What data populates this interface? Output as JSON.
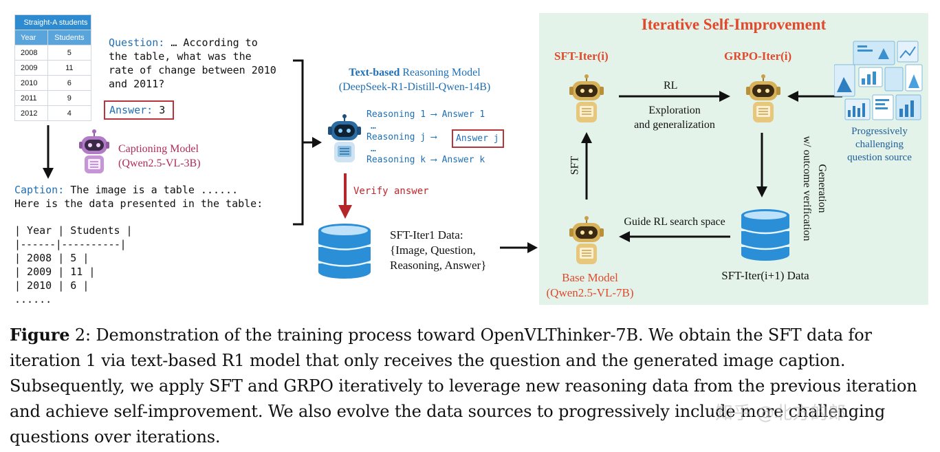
{
  "table": {
    "title": "Straight-A students",
    "headers": [
      "Year",
      "Students"
    ],
    "rows": [
      [
        "2008",
        "5"
      ],
      [
        "2009",
        "11"
      ],
      [
        "2010",
        "6"
      ],
      [
        "2011",
        "9"
      ],
      [
        "2012",
        "4"
      ]
    ]
  },
  "question": {
    "label": "Question:",
    "line1": "… According to",
    "line2": "the table, what was the",
    "line3": "rate of change between 2010",
    "line4": "and 2011?"
  },
  "answer": {
    "label": "Answer:",
    "value": "3"
  },
  "captioning_model": {
    "line1": "Captioning Model",
    "line2": "(Qwen2.5-VL-3B)"
  },
  "caption_text": {
    "label": "Caption:",
    "line1": " The image is a table ......",
    "line2": "Here is the data presented in the table:",
    "md_header": "| Year | Students |",
    "md_sep": "|------|----------|",
    "md_rows": [
      "| 2008 | 5 |",
      "| 2009 | 11 |",
      "| 2010 | 6 |"
    ],
    "ellipsis": "......"
  },
  "reasoning_model": {
    "title_bold": "Text-based",
    "title_rest": " Reasoning Model",
    "subtitle": "(DeepSeek-R1-Distill-Qwen-14B)",
    "lines": [
      "Reasoning 1 ⟶ Answer 1",
      "…",
      "Reasoning j ⟶",
      "…",
      "Reasoning k ⟶ Answer k"
    ],
    "answer_j": "Answer j",
    "verify": "Verify answer"
  },
  "sft_data": {
    "line1": "SFT-Iter1 Data:",
    "line2": "{Image, Question,",
    "line3": "Reasoning, Answer}"
  },
  "loop": {
    "title": "Iterative Self-Improvement",
    "sft_iter": "SFT-Iter(i)",
    "grpo_iter": "GRPO-Iter(i)",
    "rl": "RL",
    "explore1": "Exploration",
    "explore2": "and generalization",
    "sft": "SFT",
    "generation": "Generation",
    "verification": "w/ outcome verification",
    "guide": "Guide RL search space",
    "next_data": "SFT-Iter(i+1) Data",
    "base1": "Base Model",
    "base2": "(Qwen2.5-VL-7B)",
    "source1": "Progressively",
    "source2": "challenging",
    "source3": "question source"
  },
  "figure_caption": {
    "label": "Figure",
    "num": " 2:",
    "text": " Demonstration of the training process toward OpenVLThinker-7B. We obtain the SFT data for iteration 1 via text-based R1 model that only receives the question and the generated image caption. Subsequently, we apply SFT and GRPO iteratively to leverage new reasoning data from the previous iteration and achieve self-improvement. We also evolve the data sources to progressively include more challenging questions over iterations."
  },
  "watermark": "知乎 @北方的郎",
  "colors": {
    "red": "#c0262c",
    "blue": "#1f6fb5",
    "orange": "#e0492b",
    "green_bg": "#e3f3ea",
    "db_blue": "#2a8fd6"
  }
}
